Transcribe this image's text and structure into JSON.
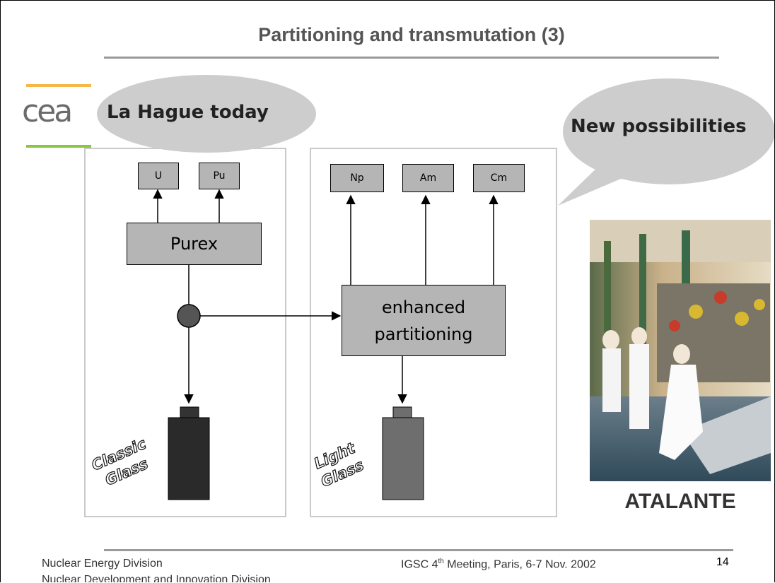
{
  "slide": {
    "title": "Partitioning and transmutation (3)",
    "logo_text": "cea",
    "colors": {
      "logo_top": "#f7b84a",
      "logo_bottom": "#8cc63f",
      "box_fill": "#b5b5b5",
      "bubble": "#cdcdcd",
      "panel_border": "#c9c9c9"
    }
  },
  "bubbles": {
    "left": "La Hague today",
    "right": "New possibilities"
  },
  "left_panel": {
    "outputs": [
      "U",
      "Pu"
    ],
    "process": "Purex",
    "glass_line1": "Classic",
    "glass_line2": "Glass"
  },
  "right_panel": {
    "outputs": [
      "Np",
      "Am",
      "Cm"
    ],
    "process_line1": "enhanced",
    "process_line2": "partitioning",
    "glass_line1": "Light",
    "glass_line2": "Glass"
  },
  "photo": {
    "caption": "ATALANTE"
  },
  "footer": {
    "left_line1": "Nuclear Energy Division",
    "left_line2": "Nuclear Development and Innovation Division",
    "meeting_prefix": "IGSC 4",
    "meeting_sup": "th",
    "meeting_suffix": " Meeting, Paris,  6-7 Nov. 2002",
    "page": "14"
  }
}
